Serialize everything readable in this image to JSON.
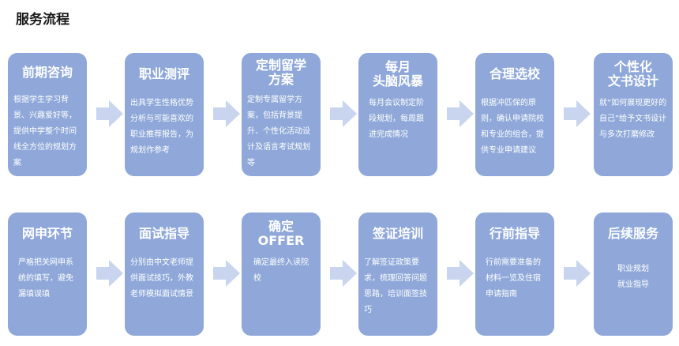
{
  "title": "服务流程",
  "colors": {
    "card": "#8fa8d9",
    "arrow": "#c9d5ee",
    "text": "#ffffff"
  },
  "rows": [
    {
      "steps": [
        {
          "title": "前期咨询",
          "desc": "根据学生学习背景、兴趣爱好等，提供中学整个时间线全方位的规划方案"
        },
        {
          "title": "职业测评",
          "desc": "出具学生性格优势分析与可能喜欢的职业推荐报告，为规划作参考"
        },
        {
          "title": "定制留学\n方案",
          "desc": "定制专属留学方案，包括背景提升、个性化活动设计及语言考试规划等"
        },
        {
          "title": "每月\n头脑风暴",
          "desc": "每月会议制定阶段规划，每周跟进完成情况"
        },
        {
          "title": "合理选校",
          "desc": "根据冲匹保的原则，确认申请院校和专业的组合，提供专业申请建议"
        },
        {
          "title": "个性化\n文书设计",
          "desc": "就“如何展现更好的自己”给予文书设计与多次打磨修改"
        }
      ]
    },
    {
      "steps": [
        {
          "title": "网申环节",
          "desc": "严格把关网申系统的填写，避免漏填误填"
        },
        {
          "title": "面试指导",
          "desc": "分别由中文老师提供面试技巧，外教老师模拟面试情景"
        },
        {
          "title": "确定\nOFFER",
          "desc": "确定最终入读院校"
        },
        {
          "title": "签证培训",
          "desc": "了解签证政策要求，梳理回答问题思路，培训面签技巧"
        },
        {
          "title": "行前指导",
          "desc": "行前需要准备的材料一览及住宿申请指南"
        },
        {
          "title": "后续服务",
          "desc": "职业规划\n就业指导"
        }
      ]
    }
  ]
}
